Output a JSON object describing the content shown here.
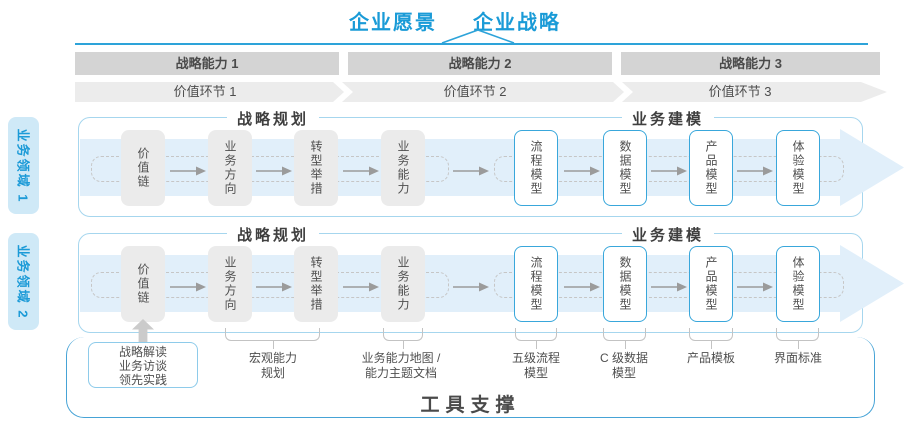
{
  "header": {
    "vision": "企业愿景",
    "strategy": "企业战略"
  },
  "bands": {
    "capabilities": [
      "战略能力 1",
      "战略能力 2",
      "战略能力 3"
    ],
    "value_links": [
      "价值环节 1",
      "价值环节 2",
      "价值环节 3"
    ]
  },
  "domains": [
    "业务领域 1",
    "业务领域 2"
  ],
  "flow": {
    "sections": [
      "战略规划",
      "业务建模"
    ],
    "plan_boxes": [
      "价值链",
      "业务方向",
      "转型举措",
      "业务能力"
    ],
    "model_boxes": [
      "流程模型",
      "数据模型",
      "产品模型",
      "体验模型"
    ]
  },
  "annotations": {
    "practice_box": [
      "战略解读",
      "业务访谈",
      "领先实践"
    ],
    "labels": [
      "宏观能力\n规划",
      "业务能力地图 /\n能力主题文档",
      "五级流程\n模型",
      "C 级数据\n模型",
      "产品模板",
      "界面标准"
    ]
  },
  "footer": {
    "tool_support": "工具支撑"
  },
  "colors": {
    "accent_blue": "#1a9bd7",
    "row_border": "#a6d6ee",
    "tool_border": "#46a3d6",
    "capability_band": "#d4d4d4",
    "value_band": "#ececec",
    "gray_node": "#ebebeb",
    "model_node_border": "#39a7db",
    "flow_band": "#e1effa",
    "sidebar_bg": "#cfe9f7"
  }
}
